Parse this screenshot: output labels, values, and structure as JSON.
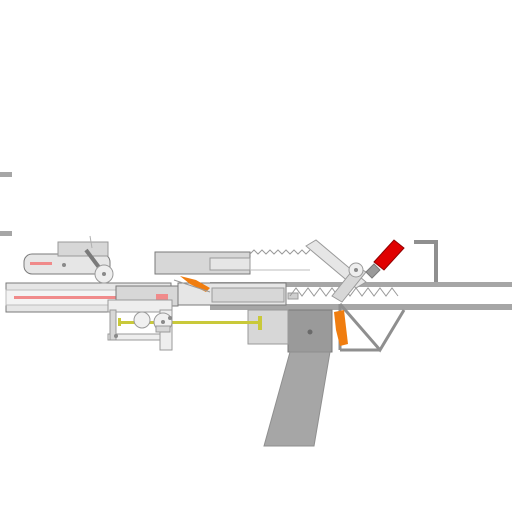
{
  "canvas": {
    "background": "#ffffff"
  },
  "palette": {
    "frame": "#a6a6a6",
    "frame_dark": "#8f8f8f",
    "panel": "#d7d7d7",
    "panel_light": "#e6e6e6",
    "outline": "#7a7a7a",
    "spring": "#9a9a9a",
    "laser": "#f08a8a",
    "trigger": "#f07d0f",
    "safety_lever": "#e00000",
    "rod": "#c9c93a",
    "pin": "#8a8a8a"
  },
  "parts": [
    {
      "name": "edge-tick-top"
    },
    {
      "name": "edge-tick-bottom"
    },
    {
      "name": "barrel-outer"
    },
    {
      "name": "barrel-inner"
    },
    {
      "name": "barrel-laser-line"
    },
    {
      "name": "muzzle-housing"
    },
    {
      "name": "front-sight-block"
    },
    {
      "name": "sight-laser"
    },
    {
      "name": "sight-pivot-lever"
    },
    {
      "name": "rail-upper"
    },
    {
      "name": "rail-lower"
    },
    {
      "name": "receiver-block"
    },
    {
      "name": "slide-block"
    },
    {
      "name": "recoil-spring-upper"
    },
    {
      "name": "recoil-spring-lower"
    },
    {
      "name": "link-arm"
    },
    {
      "name": "cocking-lever"
    },
    {
      "name": "safety-lever"
    },
    {
      "name": "rear-hook"
    },
    {
      "name": "stock-rail"
    },
    {
      "name": "stock-brace"
    },
    {
      "name": "trigger-housing"
    },
    {
      "name": "trigger"
    },
    {
      "name": "pistol-grip"
    },
    {
      "name": "charging-rod"
    },
    {
      "name": "front-carriage"
    },
    {
      "name": "carriage-wheel-left"
    },
    {
      "name": "carriage-wheel-right"
    },
    {
      "name": "small-orange-tab"
    }
  ]
}
